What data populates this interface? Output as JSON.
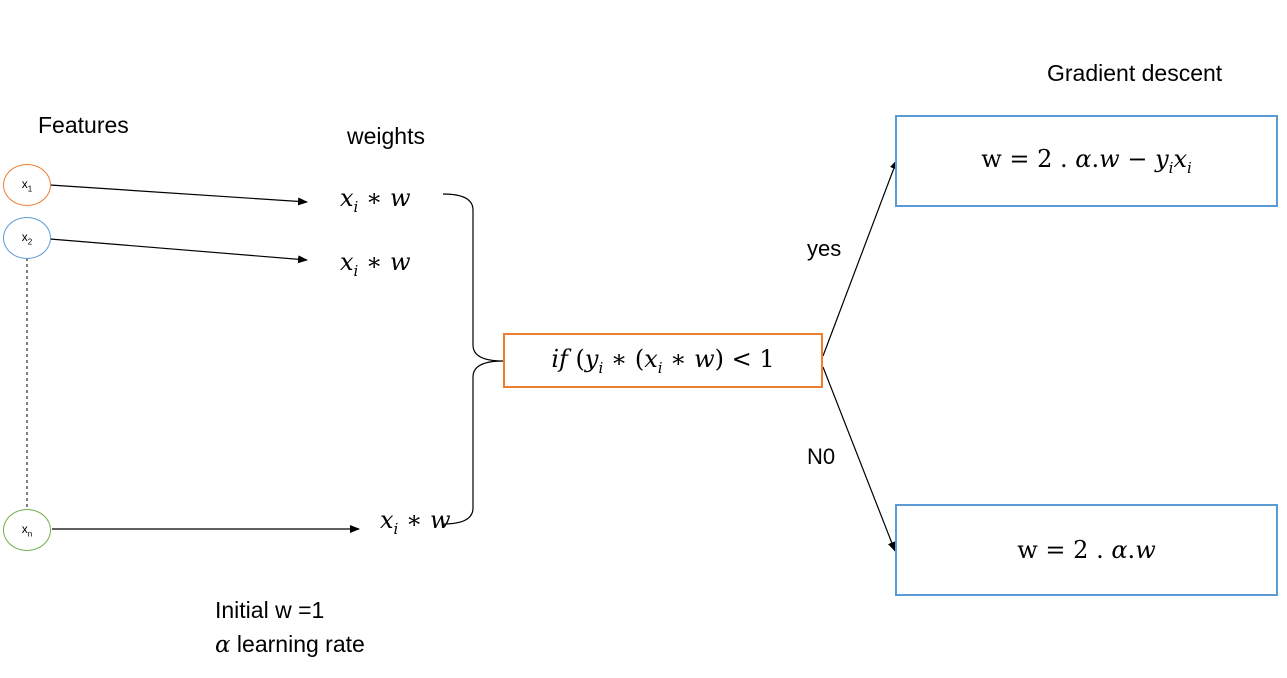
{
  "labels": {
    "features": "Features",
    "weights": "weights",
    "gradient_descent": "Gradient descent",
    "yes": "yes",
    "no": "N0",
    "initial_w": "Initial w =1",
    "alpha": "α",
    "learning_rate": " learning rate"
  },
  "nodes": [
    {
      "base": "x",
      "sub": "1",
      "color": "#ED7D31"
    },
    {
      "base": "x",
      "sub": "2",
      "color": "#5B9BD5"
    },
    {
      "base": "x",
      "sub": "n",
      "color": "#70AD47"
    }
  ],
  "product": {
    "x": "x",
    "i": "i",
    "op": " ∗ ",
    "w": "w"
  },
  "condition": {
    "if": "if",
    "open": " (",
    "y": "y",
    "i": "i",
    "mid": " ∗ (",
    "x": "x",
    "i2": "i",
    "op": " ∗ ",
    "w": "w",
    "close": ") < 1",
    "border": "#ED7D31"
  },
  "yes_formula": {
    "w": "w",
    "eq": " = 2 . ",
    "alpha": "α",
    "dot": ".",
    "w2": "w",
    "minus": " − ",
    "y": "y",
    "i": "i",
    "x": "x",
    "i2": "i",
    "border": "#5B9BD5"
  },
  "no_formula": {
    "w": "w",
    "eq": " = 2 . ",
    "alpha": "α",
    "dot": ".",
    "w2": "w",
    "border": "#5B9BD5"
  }
}
